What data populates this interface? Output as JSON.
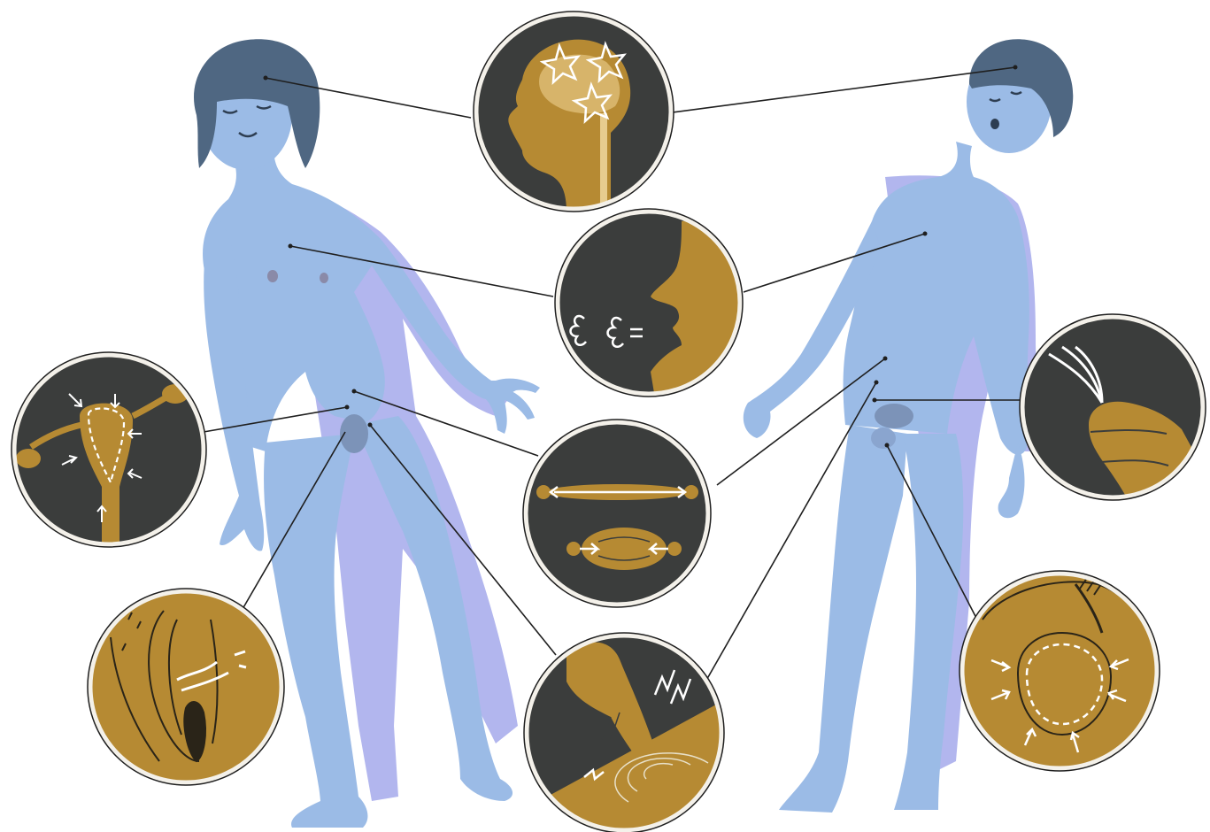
{
  "figures": {
    "left": {
      "name": "female-figure"
    },
    "right": {
      "name": "male-figure"
    }
  },
  "palette": {
    "body": "#9bbbe6",
    "body_shadow": "#b2b6ee",
    "hair": "#4f6782",
    "circle_bg": "#3b3d3c",
    "circle_ring": "#f4f1ea",
    "ochre": "#b68a33",
    "line": "#1f1f1f",
    "white": "#ffffff"
  },
  "insets": [
    {
      "id": "brain",
      "icon": "brain-stars-icon"
    },
    {
      "id": "breath",
      "icon": "breathing-icon"
    },
    {
      "id": "muscle",
      "icon": "muscle-tension-icon"
    },
    {
      "id": "touch",
      "icon": "touch-vibration-icon"
    },
    {
      "id": "uterus",
      "icon": "uterus-contraction-icon"
    },
    {
      "id": "vulva",
      "icon": "vulva-lubrication-icon"
    },
    {
      "id": "ejaculation",
      "icon": "ejaculation-icon"
    },
    {
      "id": "testicles",
      "icon": "testicle-contraction-icon"
    }
  ]
}
